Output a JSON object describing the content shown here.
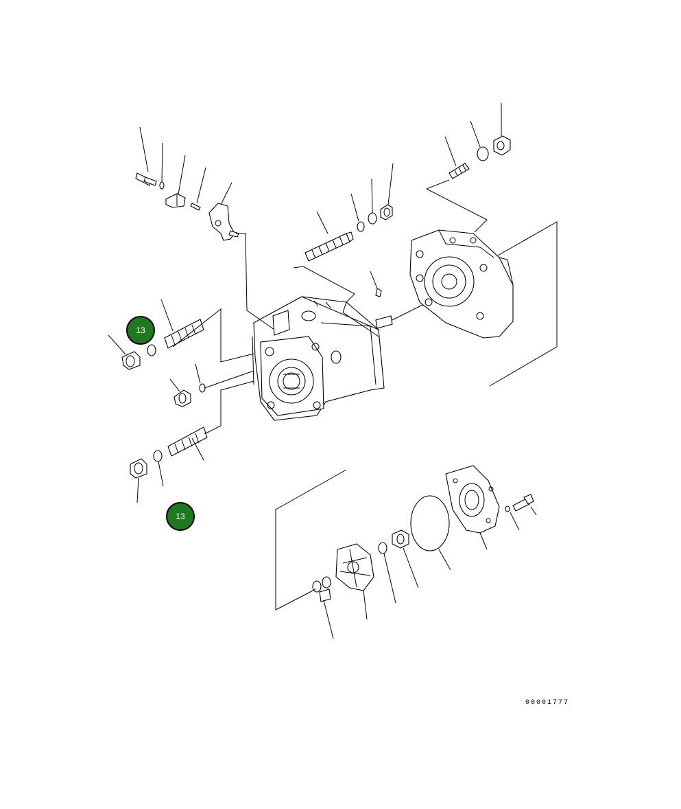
{
  "callouts": [
    {
      "label": "13"
    },
    {
      "label": "13"
    }
  ],
  "drawing_number": "00001777"
}
